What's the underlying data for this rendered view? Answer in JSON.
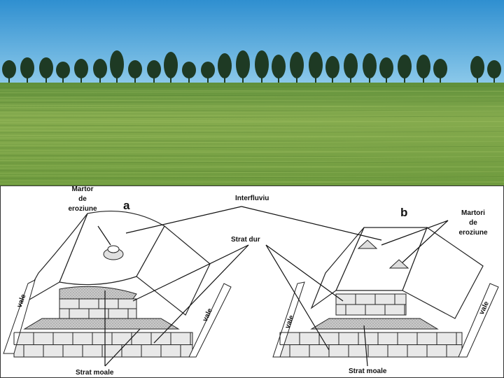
{
  "photo": {
    "sky_color": "#4aa6d8",
    "tree_color": "#1e3a24",
    "field_color": "#7fa64a"
  },
  "diagram": {
    "label_a": "a",
    "label_b": "b",
    "martor_a": [
      "Martor",
      "de",
      "eroziune"
    ],
    "martori_b": [
      "Martori",
      "de",
      "eroziune"
    ],
    "interfluviu": "Interfluviu",
    "strat_dur": "Strat dur",
    "strat_moale_a": "Strat moale",
    "strat_moale_b": "Strat moale",
    "vale_a_left": "vale",
    "vale_a_right": "vale",
    "vale_b_left": "vale",
    "vale_b_right": "vale"
  }
}
